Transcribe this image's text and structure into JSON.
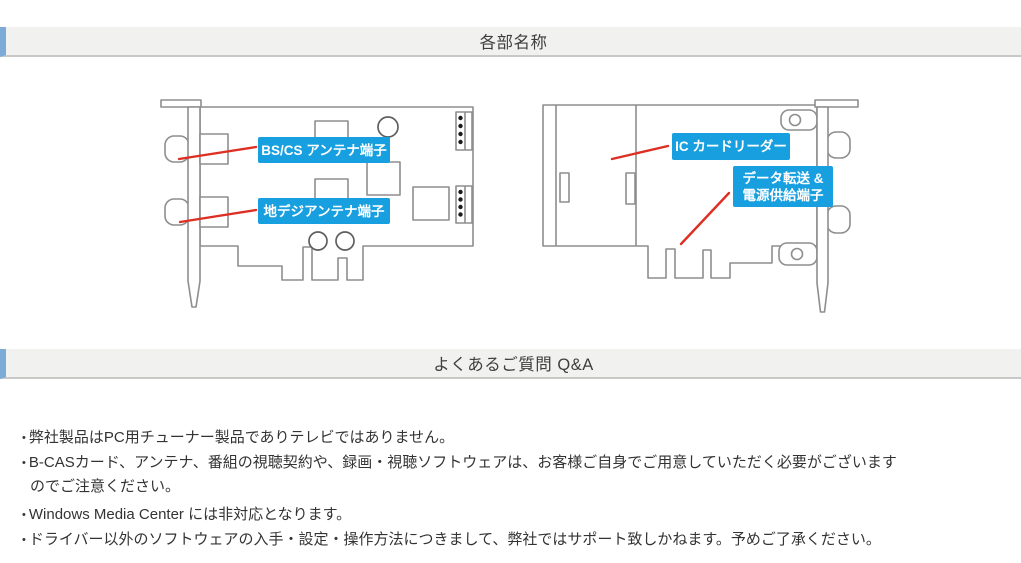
{
  "parts": {
    "title": "各部名称",
    "labels": {
      "bscs": "BS/CS アンテナ端子",
      "chideji": "地デジアンテナ端子",
      "ic": "IC カードリーダー",
      "data_line1": "データ転送 &",
      "data_line2": "電源供給端子"
    }
  },
  "faq": {
    "title": "よくあるご質問 Q&A",
    "items": [
      {
        "bullet": "•",
        "lines": [
          "弊社製品はPC用チューナー製品でありテレビではありません。"
        ]
      },
      {
        "bullet": "•",
        "lines": [
          "B-CASカード、アンテナ、番組の視聴契約や、録画・視聴ソフトウェアは、お客様ご自身でご用意していただく必要がございます",
          "のでご注意ください。"
        ]
      },
      {
        "bullet": "•",
        "lines": [
          "Windows Media Center には非対応となります。"
        ]
      },
      {
        "bullet": "•",
        "lines": [
          "ドライバー以外のソフトウェアの入手・設定・操作方法につきまして、弊社ではサポート致しかねます。予めご了承ください。"
        ]
      }
    ]
  },
  "colors": {
    "label_blue": "#189fdf",
    "callout_red": "#dd2f23",
    "header_accent_blue": "#7dabd7",
    "header_background": "#f1f1f0",
    "diagram_outline_gray": "#8e8e8e"
  }
}
